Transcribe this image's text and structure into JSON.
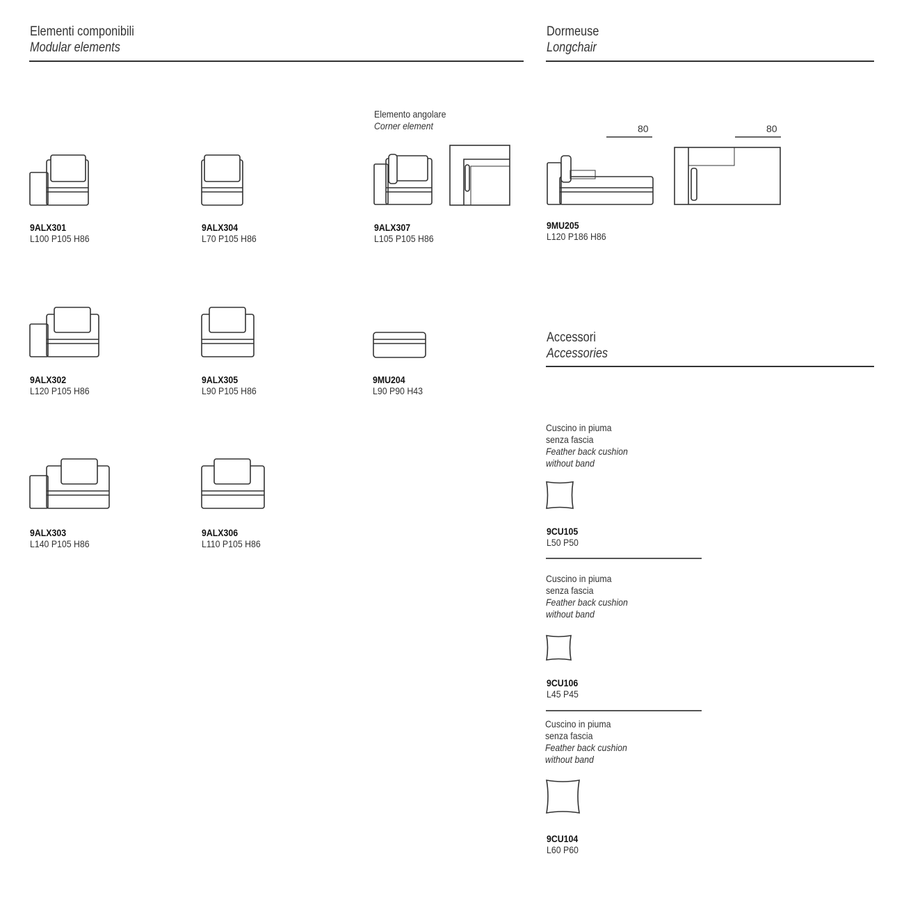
{
  "modular": {
    "title": "Elementi componibili",
    "subtitle": "Modular elements"
  },
  "longchair": {
    "title": "Dormeuse",
    "subtitle": "Longchair"
  },
  "corner": {
    "title": "Elemento angolare",
    "subtitle": "Corner element"
  },
  "accessories": {
    "title": "Accessori",
    "subtitle": "Accessories"
  },
  "items": {
    "alx301": {
      "code": "9ALX301",
      "dims": "L100 P105 H86"
    },
    "alx304": {
      "code": "9ALX304",
      "dims": "L70 P105 H86"
    },
    "alx307": {
      "code": "9ALX307",
      "dims": "L105 P105 H86"
    },
    "alx302": {
      "code": "9ALX302",
      "dims": "L120 P105 H86"
    },
    "alx305": {
      "code": "9ALX305",
      "dims": "L90 P105 H86"
    },
    "mu204": {
      "code": "9MU204",
      "dims": "L90 P90 H43"
    },
    "alx303": {
      "code": "9ALX303",
      "dims": "L140 P105 H86"
    },
    "alx306": {
      "code": "9ALX306",
      "dims": "L110 P105 H86"
    },
    "mu205": {
      "code": "9MU205",
      "dims": "L120 P186 H86",
      "dim_label_1": "80",
      "dim_label_2": "80"
    }
  },
  "cushions": [
    {
      "line1": "Cuscino in piuma",
      "line2": "senza fascia",
      "line3": "Feather back cushion",
      "line4": "without band",
      "code": "9CU105",
      "dims": "L50 P50"
    },
    {
      "line1": "Cuscino in piuma",
      "line2": "senza fascia",
      "line3": "Feather back cushion",
      "line4": "without band",
      "code": "9CU106",
      "dims": "L45 P45"
    },
    {
      "line1": "Cuscino in piuma",
      "line2": "senza fascia",
      "line3": "Feather back cushion",
      "line4": "without band",
      "code": "9CU104",
      "dims": "L60 P60"
    }
  ]
}
